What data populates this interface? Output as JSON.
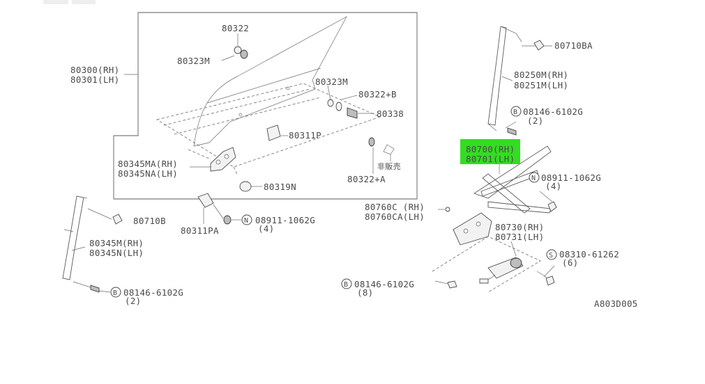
{
  "diagram": {
    "top_buttons": [
      "",
      ""
    ],
    "labels": {
      "p80322_top": "80322",
      "p80323M_left": "80323M",
      "p80300": "80300(RH)",
      "p80301": "80301(LH)",
      "p80323M_right": "80323M",
      "p80322B": "80322+B",
      "p80338": "80338",
      "p80311P": "80311P",
      "p80345MA": "80345MA(RH)",
      "p80345NA": "80345NA(LH)",
      "p80319N": "80319N",
      "p80322A": "80322+A",
      "not_sold": "非販売",
      "p80710BA": "80710BA",
      "p80250M": "80250M(RH)",
      "p80251M": "80251M(LH)",
      "b08146_right_code": "08146-6102G",
      "b08146_right_qty": "(2)",
      "p80700": "80700(RH)",
      "p80701": "80701(LH)",
      "n08911_right_code": "08911-1062G",
      "n08911_right_qty": "(4)",
      "p80760C": "80760C (RH)",
      "p80760CA": "80760CA(LH)",
      "p80730": "80730(RH)",
      "p80731": "80731(LH)",
      "s08310_code": "08310-61262",
      "s08310_qty": "(6)",
      "b08146_bottom_code": "08146-6102G",
      "b08146_bottom_qty": "(8)",
      "p80710B": "80710B",
      "p80311PA": "80311PA",
      "n08911_left_code": "08911-1062G",
      "n08911_left_qty": "(4)",
      "p80345M": "80345M(RH)",
      "p80345N": "80345N(LH)",
      "b08146_left_code": "08146-6102G",
      "b08146_left_qty": "(2)",
      "diagram_id": "A803D005"
    },
    "symbols": {
      "b": "B",
      "n": "N",
      "s": "S"
    },
    "highlight_color": "#33dd22"
  }
}
